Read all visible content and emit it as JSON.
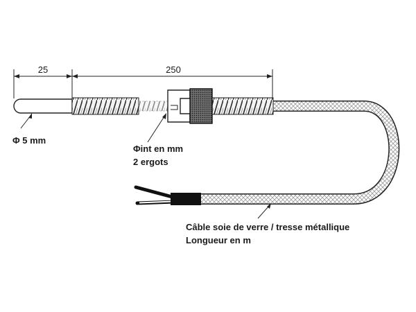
{
  "dimensions": {
    "tip_length": "25",
    "sheath_length": "250"
  },
  "labels": {
    "tip_diameter": "Φ 5 mm",
    "fitting_line1": "Φint en  mm",
    "fitting_line2": "2 ergots",
    "cable_line1": "Câble soie de verre / tresse métallique",
    "cable_line2": "Longueur en m"
  }
}
